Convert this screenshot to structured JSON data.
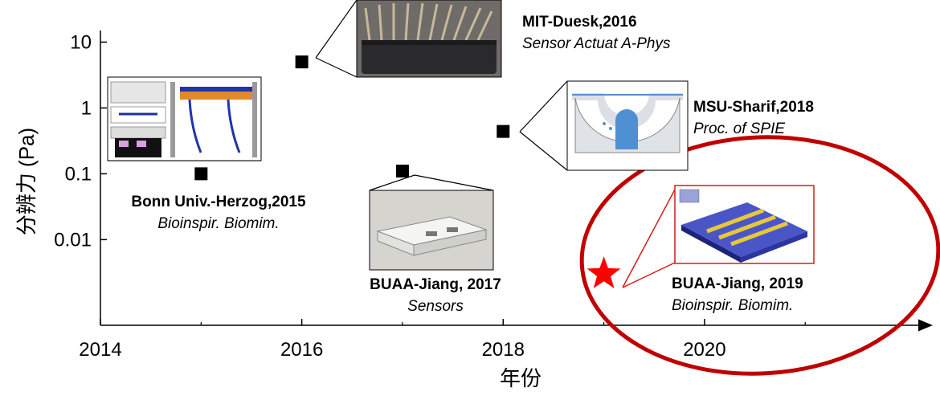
{
  "chart_data": {
    "type": "scatter",
    "title": "",
    "xlabel": "年份",
    "ylabel": "分辨力 (Pa)",
    "xlim": [
      2014,
      2021.9
    ],
    "ylim": [
      0.0005,
      15
    ],
    "y_scale": "log",
    "grid": false,
    "x_ticks": [
      "2014",
      "2016",
      "2018",
      "2020"
    ],
    "y_ticks": [
      "0.01",
      "0.1",
      "1",
      "10"
    ],
    "points": [
      {
        "x": 2015,
        "y": 0.1,
        "marker": "square",
        "color": "#000000",
        "title": "Bonn Univ.-Herzog,2015",
        "journal": "Bioinspir. Biomim."
      },
      {
        "x": 2016,
        "y": 5,
        "marker": "square",
        "color": "#000000",
        "title": "MIT-Duesk,2016",
        "journal": "Sensor Actuat A-Phys"
      },
      {
        "x": 2017,
        "y": 0.11,
        "marker": "square",
        "color": "#000000",
        "title": "BUAA-Jiang, 2017",
        "journal": "Sensors"
      },
      {
        "x": 2018,
        "y": 0.44,
        "marker": "square",
        "color": "#000000",
        "title": "MSU-Sharif,2018",
        "journal": "Proc. of SPIE"
      },
      {
        "x": 2019,
        "y": 0.003,
        "marker": "star",
        "color": "#ff0000",
        "title": "BUAA-Jiang, 2019",
        "journal": "Bioinspir. Biomim."
      }
    ],
    "highlight_color": "#c00000"
  }
}
